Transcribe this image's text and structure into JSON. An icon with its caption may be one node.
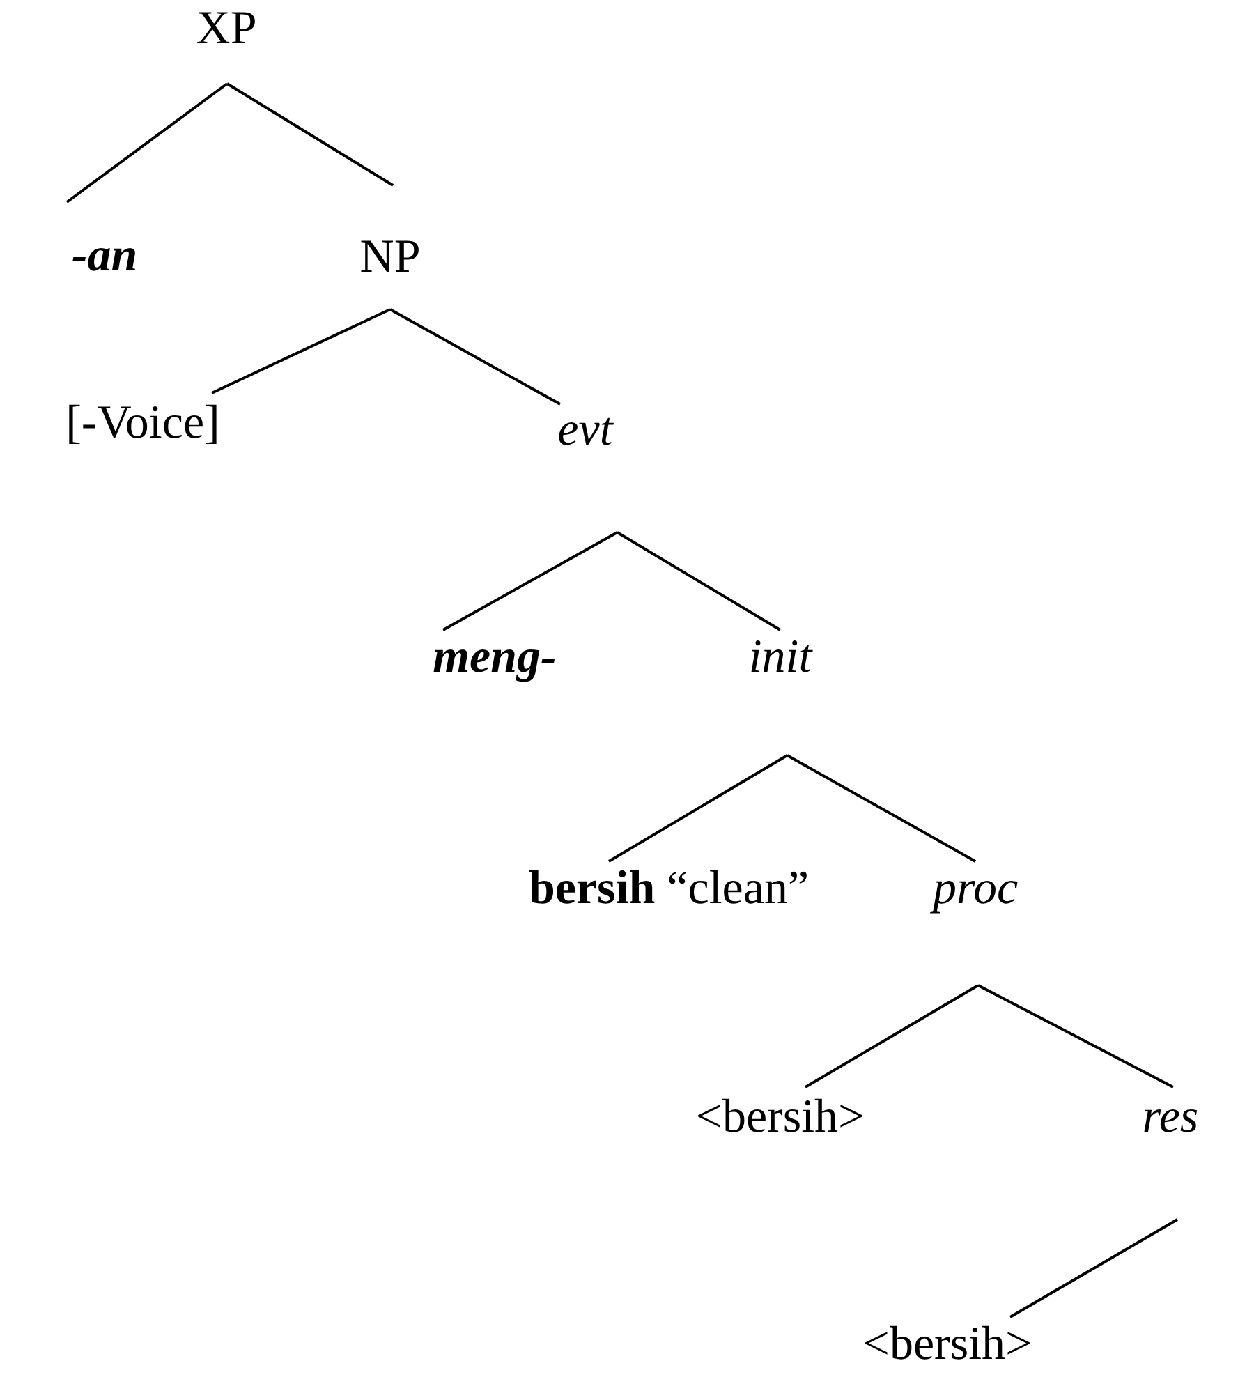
{
  "diagram": {
    "nodes": [
      {
        "text": [
          "XP"
        ]
      },
      {
        "text": [
          "-an"
        ]
      },
      {
        "text": [
          "NP"
        ]
      },
      {
        "text": [
          "[-Voice]"
        ]
      },
      {
        "text": [
          "evt"
        ]
      },
      {
        "text": [
          "meng-"
        ]
      },
      {
        "text": [
          "init"
        ]
      },
      {
        "text": [
          "**bersih** “clean”"
        ]
      },
      {
        "text": [
          "proc"
        ]
      },
      {
        "text": [
          "<bersih>"
        ]
      },
      {
        "text": [
          "res"
        ]
      },
      {
        "text": [
          "<bersih>"
        ]
      }
    ],
    "edges": [
      {
        "from": 0,
        "to": 1,
        "arrow": "none"
      },
      {
        "from": 0,
        "to": 2,
        "arrow": "none"
      },
      {
        "from": 2,
        "to": 3,
        "arrow": "none"
      },
      {
        "from": 2,
        "to": 4,
        "arrow": "none"
      },
      {
        "from": 4,
        "to": 5,
        "arrow": "none"
      },
      {
        "from": 4,
        "to": 6,
        "arrow": "none"
      },
      {
        "from": 6,
        "to": 7,
        "arrow": "none"
      },
      {
        "from": 6,
        "to": 8,
        "arrow": "none"
      },
      {
        "from": 8,
        "to": 9,
        "arrow": "none"
      },
      {
        "from": 8,
        "to": 10,
        "arrow": "none"
      },
      {
        "from": 10,
        "to": 11,
        "arrow": "none"
      }
    ]
  }
}
